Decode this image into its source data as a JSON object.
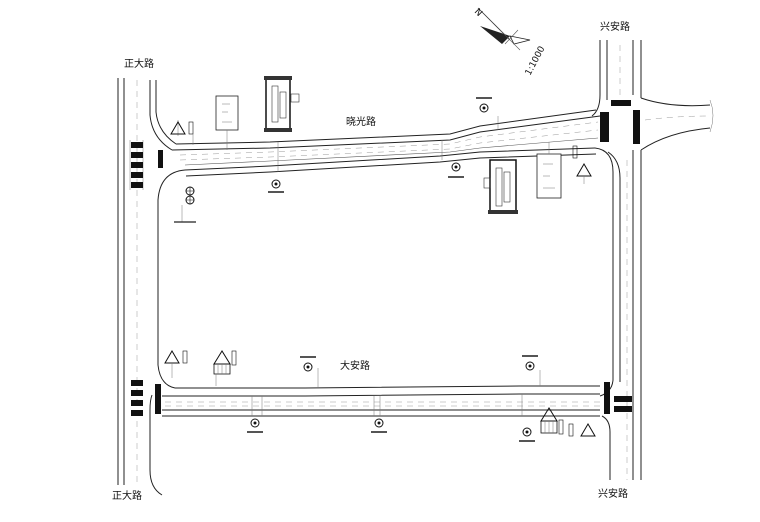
{
  "roads": {
    "zhengda_top": "正大路",
    "zhengda_bottom": "正大路",
    "xingan_top": "兴安路",
    "xingan_bottom": "兴安路",
    "xiaoguang": "晓光路",
    "daan": "大安路"
  },
  "scale": "1:1000",
  "north": "N",
  "colors": {
    "line": "#222222",
    "lane": "#999999",
    "crosswalk": "#111111"
  }
}
